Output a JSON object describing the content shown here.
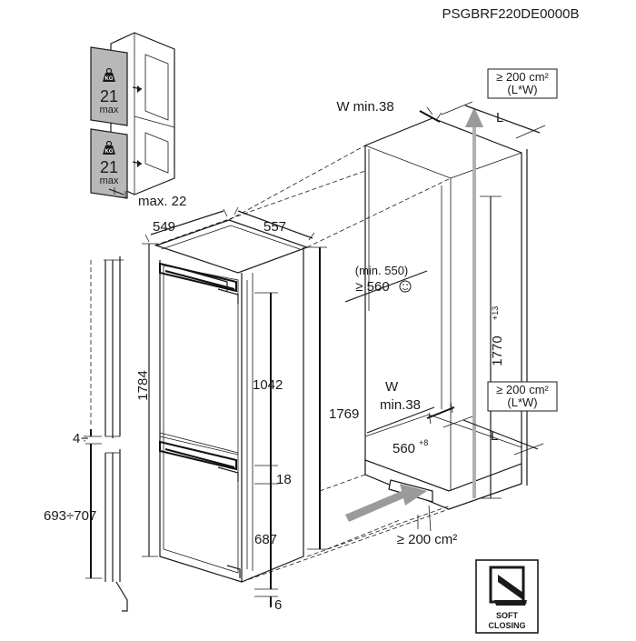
{
  "model_code": "PSGBRF220DE0000B",
  "shelf_card": {
    "weight_badge": "KG",
    "load_value": "21",
    "load_unit": "max",
    "gap_label": "max. 22"
  },
  "appliance_dims": {
    "depth": "549",
    "width": "557",
    "height_total": "1784",
    "height_body": "1769",
    "upper_door": "1042",
    "gap_between": "18",
    "lower_door": "687",
    "bottom_gap": "6"
  },
  "door_profile": {
    "offset": "4",
    "range": "693÷707"
  },
  "niche": {
    "width_min_top": "W min.38",
    "vent_top": "≥ 200 cm²",
    "vent_top_sub": "(L*W)",
    "l_top": "L",
    "depth_min_note": "(min. 550)",
    "depth_min": "≥ 560",
    "height": "1770",
    "height_tol": "+13",
    "vent_mid": "≥ 200 cm²",
    "vent_mid_sub": "(L*W)",
    "w_mid": "W",
    "w_mid_min": "min.38",
    "width": "560",
    "width_tol": "+8",
    "l_bottom": "L",
    "vent_bottom": "≥ 200 cm²"
  },
  "soft_closing": {
    "line1": "SOFT",
    "line2": "CLOSING"
  }
}
